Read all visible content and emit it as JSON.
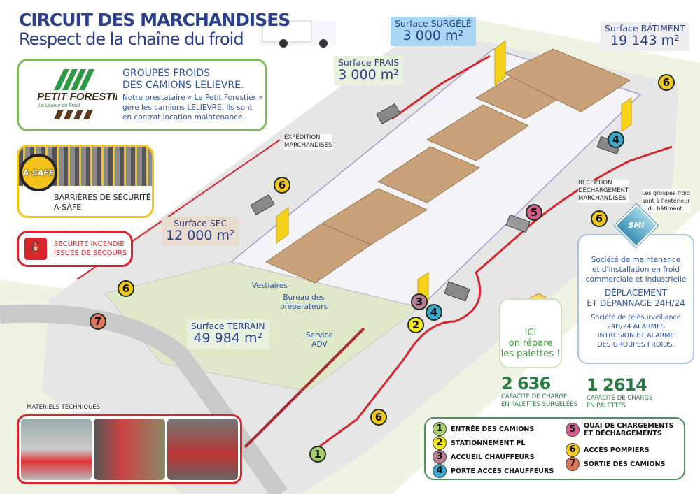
{
  "header": {
    "title": "CIRCUIT DES MARCHANDISES",
    "subtitle": "Respect de la chaîne du froid"
  },
  "petit_forestier": {
    "logo_name": "PETIT FORESTIER",
    "logo_tagline": "Le Loueur de Froid",
    "title_line1": "GROUPES FROIDS",
    "title_line2": "DES CAMIONS LELIEVRE.",
    "text_line1": "Notre prestataire « Le Petit Forestier »",
    "text_line2": "gère les camions LELIEVRE. Ils sont",
    "text_line3": "en contrat location maintenance."
  },
  "asafe": {
    "logo": "A-SAFE",
    "line1": "BARRIÈRES DE SÉCURITÉ",
    "line2": "A-SAFE"
  },
  "fire": {
    "line1": "SÉCURITÉ INCENDIE",
    "line2": "ISSUES DE SECOURS"
  },
  "surfaces": {
    "surgele": {
      "label": "Surface SURGÉLÉ",
      "value": "3 000 m²"
    },
    "frais": {
      "label": "Surface FRAIS",
      "value": "3 000 m²"
    },
    "batiment": {
      "label": "Surface BÂTIMENT",
      "value": "19 143 m²"
    },
    "sec": {
      "label": "Surface SEC",
      "value": "12 000 m²"
    },
    "terrain": {
      "label": "Surface TERRAIN",
      "value": "49 984 m²"
    }
  },
  "map_labels": {
    "expedition": [
      "EXPÉDITION",
      "MARCHANDISES"
    ],
    "reception": [
      "RECEPTION",
      "DECHARGEMENT",
      "MARCHANDISES"
    ],
    "groupes_froid": [
      "Les groupes froid",
      "sont à l'extérieur",
      "du bâtiment."
    ],
    "vestiaires": "Vestiaires",
    "bureau": [
      "Bureau des",
      "préparateurs"
    ],
    "service": [
      "Service",
      "ADV"
    ],
    "materiels": "MATÉRIELS TECHNIQUES"
  },
  "smi": {
    "logo": "SMI",
    "p1": [
      "Société de maintenance",
      "et d'installation en froid",
      "commerciale et industrielle"
    ],
    "p2": [
      "DÉPLACEMENT",
      "ET DÉPANNAGE 24H/24"
    ],
    "p3": [
      "Société de télésurveillance",
      "24H/24 ALARMES",
      "INTRUSION ET ALARME",
      "DES GROUPES FROIDS."
    ]
  },
  "palettes": {
    "line1": "ICI",
    "line2": "on répare",
    "line3": "les palettes !"
  },
  "capacities": [
    {
      "value": "2 636",
      "line1": "CAPACITÉ DE CHARGE",
      "line2": "EN PALETTES SURGELÉES"
    },
    {
      "value": "1 2614",
      "line1": "CAPACITÉ DE CHARGE",
      "line2": "EN PALETTES"
    }
  ],
  "legend": [
    {
      "num": "1",
      "label": "ENTRÉE DES CAMIONS",
      "color": "#a8cf6a"
    },
    {
      "num": "2",
      "label": "STATIONNEMENT PL",
      "color": "#f5e817"
    },
    {
      "num": "3",
      "label": "ACCUEIL CHAUFFEURS",
      "color": "#b97f95"
    },
    {
      "num": "4",
      "label": "PORTE ACCÈS CHAUFFEURS",
      "color": "#3aa9cf"
    },
    {
      "num": "5",
      "label": "QUAI DE CHARGEMENTS",
      "label2": "ET DÉCHARGEMENTS",
      "color": "#d85d8d"
    },
    {
      "num": "6",
      "label": "ACCÈS POMPIERS",
      "color": "#f2c81a"
    },
    {
      "num": "7",
      "label": "SORTIE DES CAMIONS",
      "color": "#e0755c"
    }
  ]
}
